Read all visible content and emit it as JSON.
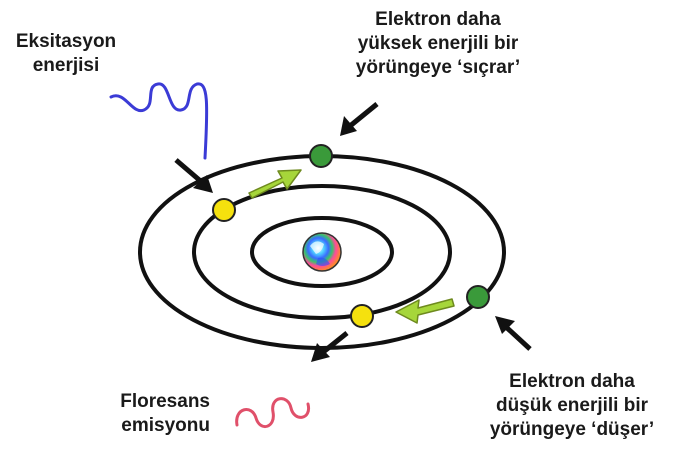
{
  "labels": {
    "excitation": [
      "Eksitasyon",
      "enerjisi"
    ],
    "jump": [
      "Elektron daha",
      "yüksek enerjili bir",
      "yörüngeye ‘sıçrar’"
    ],
    "fall": [
      "Elektron daha",
      "düşük enerjili bir",
      "yörüngeye ‘düşer’"
    ],
    "emission": [
      "Floresans",
      "emisyonu"
    ]
  },
  "colors": {
    "orbit": "#111111",
    "electron_ground": "#f5e10e",
    "electron_excited": "#3a9a3a",
    "transition_arrow": "#a6d63a",
    "excitation_wave": "#3b3bd6",
    "emission_wave": "#e0506a",
    "pointer_arrow": "#111111"
  }
}
